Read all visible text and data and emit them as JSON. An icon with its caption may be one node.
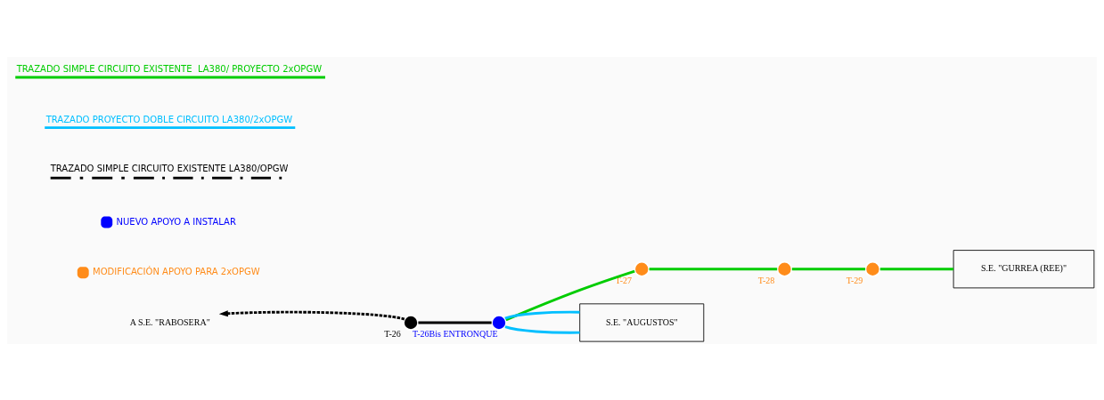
{
  "diagram": {
    "nodes": [
      {
        "text": [
          "A S.E. \"RABOSERA\""
        ]
      },
      {
        "text": [],
        "shape": "circle",
        "beside": [
          "T-26"
        ]
      },
      {
        "text": [],
        "shape": "circle",
        "beside": [
          "T-26Bis ENTRONQUE"
        ]
      },
      {
        "text": [],
        "shape": "circle",
        "beside": [
          "T-27"
        ]
      },
      {
        "text": [],
        "shape": "circle",
        "beside": [
          "T-28"
        ]
      },
      {
        "text": [],
        "shape": "circle",
        "beside": [
          "T-29"
        ]
      },
      {
        "text": [
          "S.E. \"GURREA (REE)\""
        ]
      },
      {
        "text": [
          "S.E. \"AUGUSTOS\""
        ]
      }
    ],
    "edges": [
      {
        "from": 1,
        "to": 0,
        "arrow": "to",
        "style": "dashed",
        "color": "#000000"
      },
      {
        "from": 1,
        "to": 2,
        "arrow": "none",
        "color": "#000000"
      },
      {
        "from": 2,
        "to": 7,
        "arrow": "none",
        "color": "#00bfff"
      },
      {
        "from": 2,
        "to": 7,
        "arrow": "none",
        "color": "#00bfff"
      },
      {
        "from": 2,
        "to": 3,
        "arrow": "none"
      },
      {
        "from": 3,
        "to": 4,
        "arrow": "none"
      },
      {
        "from": 4,
        "to": 5,
        "arrow": "none"
      },
      {
        "from": 5,
        "to": 6,
        "arrow": "none"
      }
    ],
    "legend": [
      {
        "text": "MODIFICACIÓN APOYO PARA 2xOPGW",
        "color": "#ff8c1a"
      },
      {
        "text": "NUEVO APOYO A INSTALAR",
        "color": "#0000ff"
      },
      {
        "text": "TRAZADO SIMPLE CIRCUITO EXISTENTE LA380/OPGW"
      },
      {
        "text": "TRAZADO PROYECTO DOBLE CIRCUITO LA380/2xOPGW"
      },
      {
        "text": "TRAZADO SIMPLE CIRCUITO EXISTENTE  LA380/ PROYECTO 2xOPGW"
      }
    ]
  }
}
